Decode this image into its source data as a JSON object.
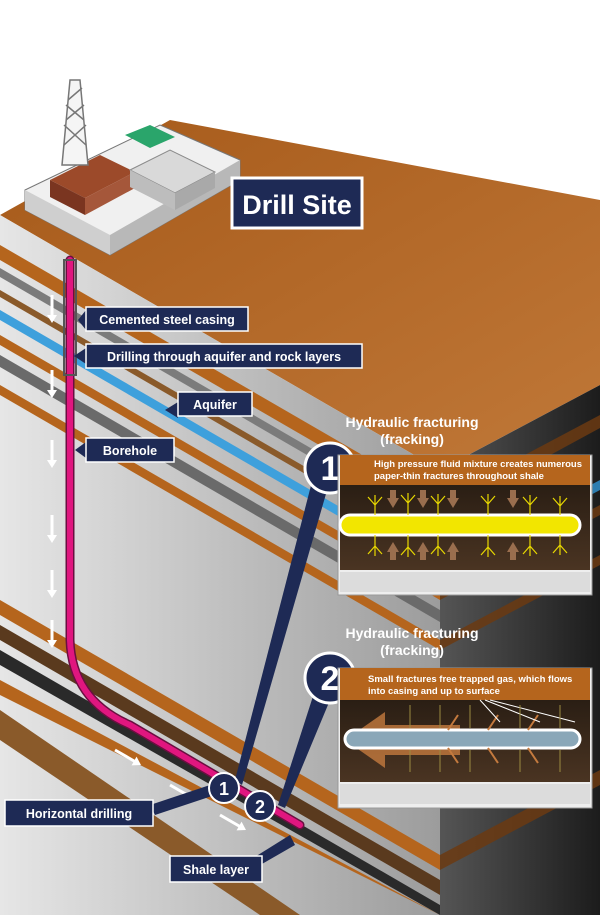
{
  "title": "Drill Site",
  "labels": {
    "casing": "Cemented steel casing",
    "drilling": "Drilling through aquifer and rock layers",
    "aquifer": "Aquifer",
    "borehole": "Borehole",
    "horizontal": "Horizontal drilling",
    "shale": "Shale layer"
  },
  "steps": [
    {
      "number": "1",
      "heading_line1": "Hydraulic fracturing",
      "heading_line2": "(fracking)",
      "caption_line1": "High pressure fluid mixture creates numerous",
      "caption_line2": "paper-thin fractures throughout shale"
    },
    {
      "number": "2",
      "heading_line1": "Hydraulic fracturing",
      "heading_line2": "(fracking)",
      "caption_line1": "Small fractures free trapped gas, which flows",
      "caption_line2": "into casing and up to surface"
    }
  ],
  "markers": [
    "1",
    "2"
  ],
  "colors": {
    "navy": "#1e2a55",
    "pipe": "#e0167f",
    "aquifer": "#3ea0dc",
    "soil": "#b5651d",
    "fluid": "#f2e600"
  }
}
